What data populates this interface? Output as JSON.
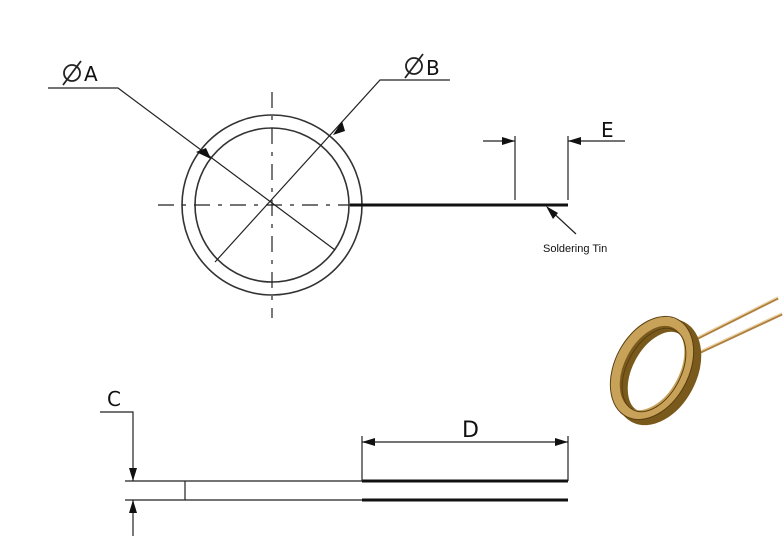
{
  "labels": {
    "diameter_a": "A",
    "diameter_b": "B",
    "dim_e": "E",
    "dim_c": "C",
    "dim_d": "D",
    "soldering_note": "Soldering Tin"
  },
  "symbols": {
    "diameter_symbol": "diameter-icon"
  },
  "colors": {
    "line": "#222222",
    "coil_copper_dark": "#7a5a1c",
    "coil_copper_light": "#c9a25a",
    "wire": "#b08040"
  }
}
